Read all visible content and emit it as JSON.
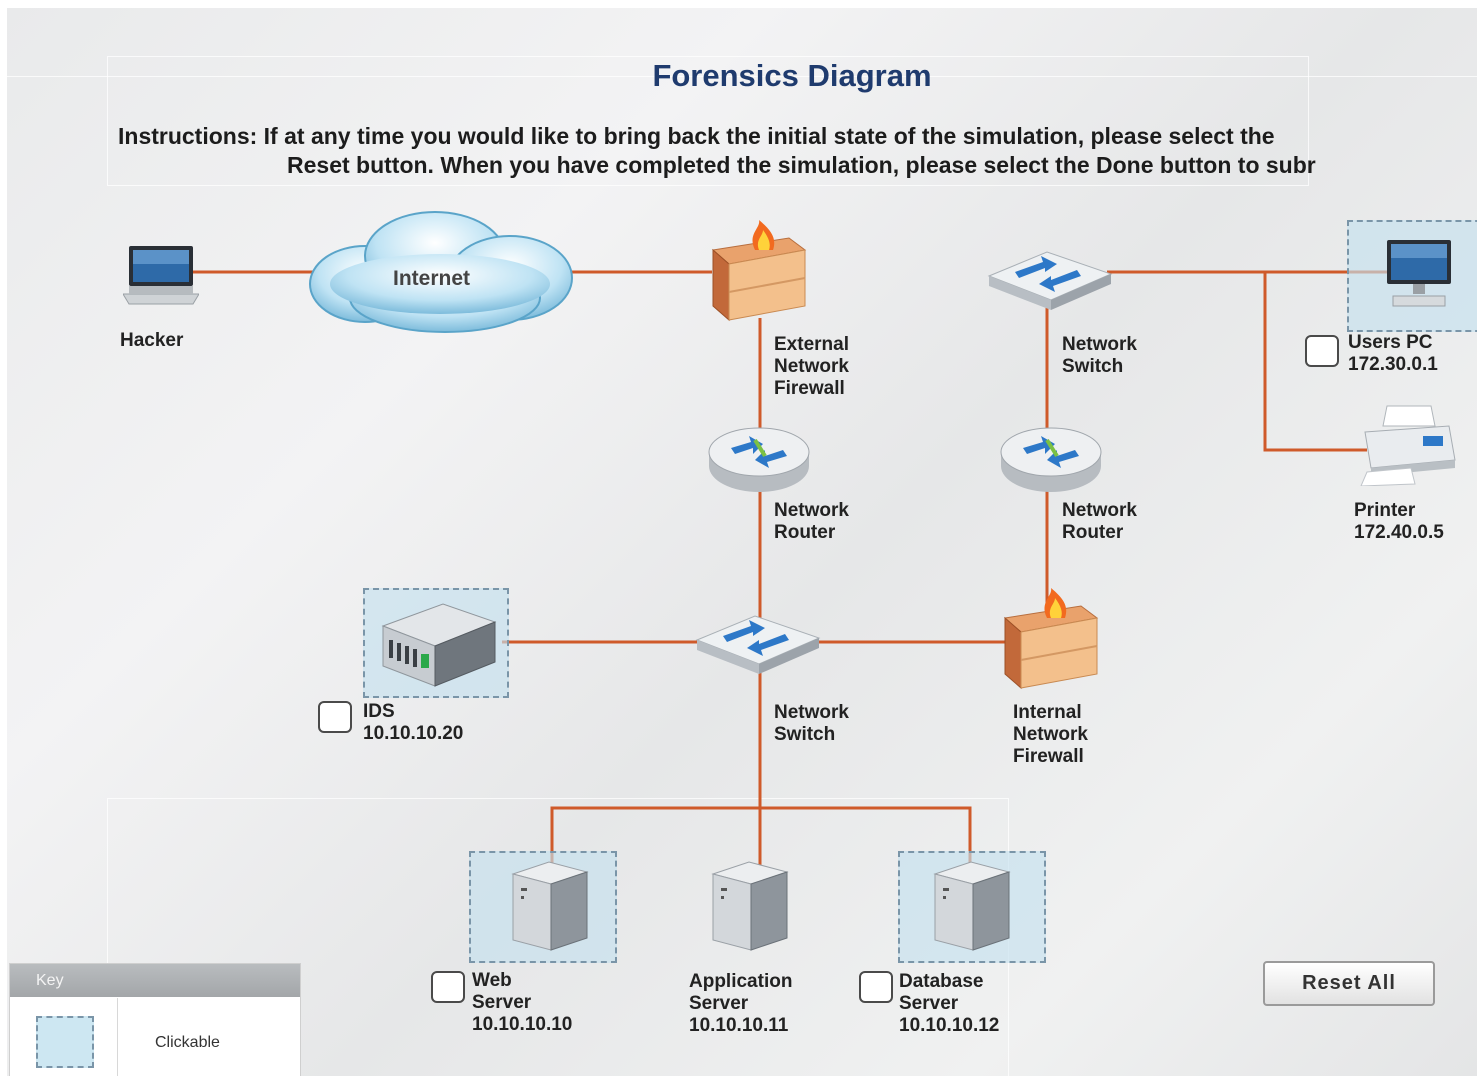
{
  "title": "Forensics Diagram",
  "instructions": {
    "line1": "Instructions: If at any time you would like to bring back the initial state of the simulation, please select the",
    "line2": "Reset button. When you have completed the simulation, please select the Done button to subr"
  },
  "internet_label": "Internet",
  "nodes": {
    "hacker": {
      "label": "Hacker",
      "icon": "laptop-icon"
    },
    "external_firewall": {
      "line1": "External",
      "line2": "Network",
      "line3": "Firewall",
      "icon": "firewall-icon"
    },
    "top_switch": {
      "line1": "Network",
      "line2": "Switch",
      "icon": "switch-icon"
    },
    "users_pc": {
      "line1": "Users PC",
      "line2": "172.30.0.1",
      "icon": "desktop-icon"
    },
    "router_left": {
      "line1": "Network",
      "line2": "Router",
      "icon": "router-icon"
    },
    "router_right": {
      "line1": "Network",
      "line2": "Router",
      "icon": "router-icon"
    },
    "printer": {
      "line1": "Printer",
      "line2": "172.40.0.5",
      "icon": "printer-icon"
    },
    "ids": {
      "line1": "IDS",
      "line2": "10.10.10.20",
      "icon": "ids-appliance-icon"
    },
    "center_switch": {
      "line1": "Network",
      "line2": "Switch",
      "icon": "switch-icon"
    },
    "internal_firewall": {
      "line1": "Internal",
      "line2": "Network",
      "line3": "Firewall",
      "icon": "firewall-icon"
    },
    "web_server": {
      "line1": "Web",
      "line2": "Server",
      "line3": "10.10.10.10",
      "icon": "server-icon"
    },
    "app_server": {
      "line1": "Application",
      "line2": "Server",
      "line3": "10.10.10.11",
      "icon": "server-icon"
    },
    "db_server": {
      "line1": "Database",
      "line2": "Server",
      "line3": "10.10.10.12",
      "icon": "server-icon"
    }
  },
  "key": {
    "header": "Key",
    "clickable": "Clickable"
  },
  "reset_button": "Reset All",
  "colors": {
    "wire": "#cf5a2a",
    "title": "#1f3b6e",
    "clickable_fill": "#c4e0ee"
  }
}
